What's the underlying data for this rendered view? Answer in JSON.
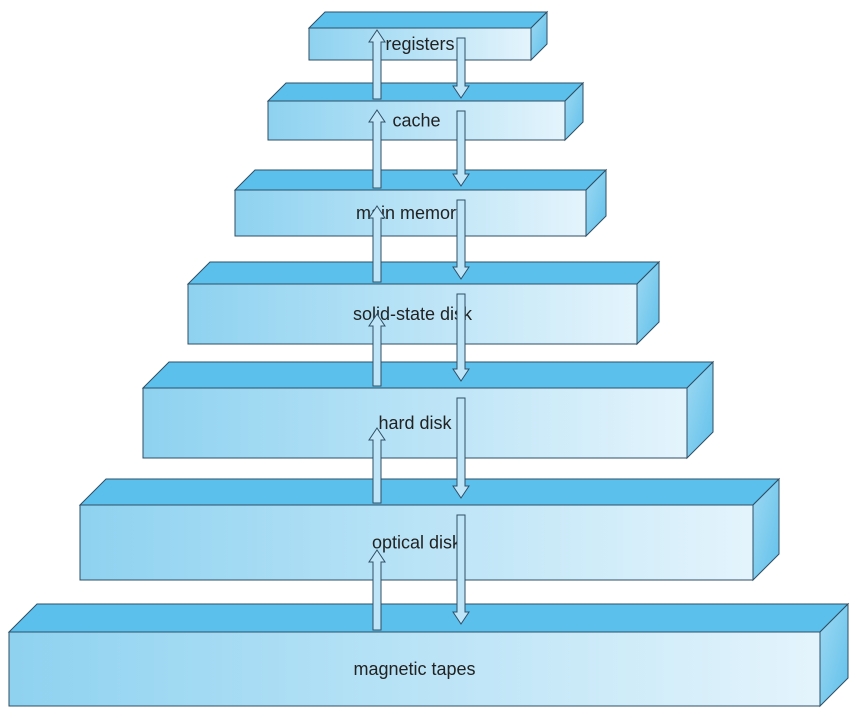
{
  "diagram": {
    "layers": [
      {
        "id": "registers",
        "label": "registers"
      },
      {
        "id": "cache",
        "label": "cache"
      },
      {
        "id": "main-memory",
        "label": "main memory"
      },
      {
        "id": "solid-state-disk",
        "label": "solid-state disk"
      },
      {
        "id": "hard-disk",
        "label": "hard disk"
      },
      {
        "id": "optical-disk",
        "label": "optical disk"
      },
      {
        "id": "magnetic-tapes",
        "label": "magnetic tapes"
      }
    ],
    "colors": {
      "front_light": "#e4f4fc",
      "front_dark": "#8ed2f0",
      "top": "#5cc0ec",
      "side": "#7fcdef",
      "outline": "#2f4f66",
      "arrow_fill": "#bfe6f8"
    }
  }
}
